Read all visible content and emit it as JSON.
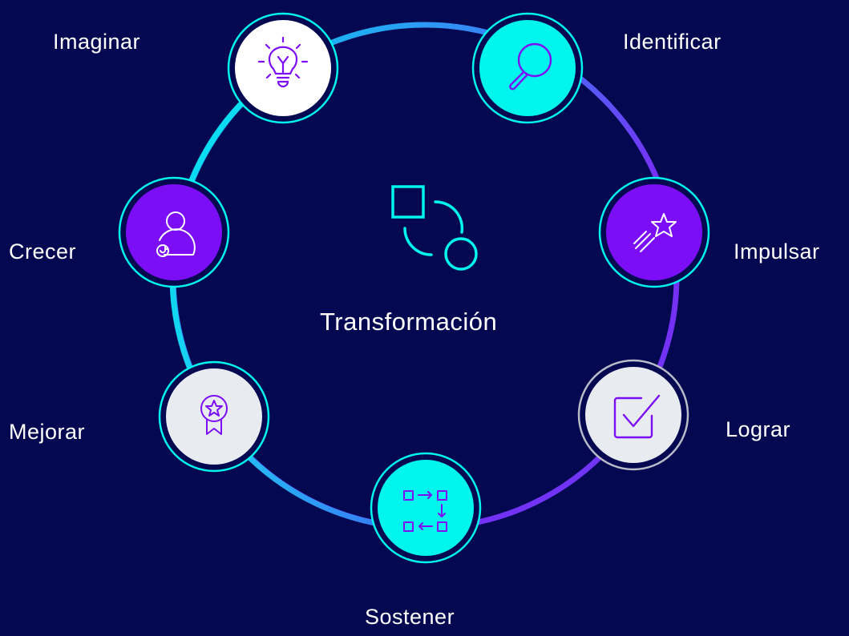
{
  "center": {
    "title": "Transformación",
    "icon": "shapes-transform-icon"
  },
  "colors": {
    "background": "#030851",
    "cyan": "#00F5EE",
    "purple": "#7B0EF5",
    "white": "#FFFFFF",
    "gray": "#E8EBF0",
    "ring_blue": "#3B8CF5",
    "ring_violet": "#7A2BF5"
  },
  "stages": [
    {
      "key": "imaginar",
      "label": "Imaginar",
      "icon": "lightbulb-icon",
      "fill": "white"
    },
    {
      "key": "identificar",
      "label": "Identificar",
      "icon": "magnifier-icon",
      "fill": "cyan"
    },
    {
      "key": "impulsar",
      "label": "Impulsar",
      "icon": "shooting-star-icon",
      "fill": "purple"
    },
    {
      "key": "lograr",
      "label": "Lograr",
      "icon": "checkbox-icon",
      "fill": "gray"
    },
    {
      "key": "sostener",
      "label": "Sostener",
      "icon": "process-flow-icon",
      "fill": "cyan"
    },
    {
      "key": "mejorar",
      "label": "Mejorar",
      "icon": "award-ribbon-icon",
      "fill": "gray"
    },
    {
      "key": "crecer",
      "label": "Crecer",
      "icon": "user-growth-icon",
      "fill": "purple"
    }
  ]
}
